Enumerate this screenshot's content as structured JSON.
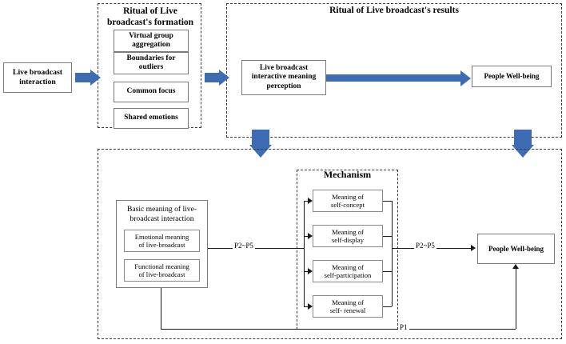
{
  "figure": {
    "type": "conceptual-framework-diagram",
    "accent_color": "#3d6cb4",
    "box_border_color": "#7b7b7b",
    "region_border_color": "#3a3a3a",
    "line_color": "#1a1a1a"
  },
  "regions": {
    "formation": {
      "title": "Ritual of Live\nbroadcast's formation",
      "title_line1": "Ritual of Live",
      "title_line2": "broadcast's formation"
    },
    "results": {
      "title": "Ritual of Live broadcast's results"
    },
    "mechanism": {
      "title": "Mechanism"
    }
  },
  "nodes": {
    "live_broadcast_interaction": {
      "line1": "Live broadcast",
      "line2": "interaction"
    },
    "virtual_group_aggregation": {
      "line1": "Virtual group",
      "line2": "aggregation"
    },
    "boundaries_for_outliers": {
      "line1": "Boundaries for",
      "line2": "outliers"
    },
    "common_focus": {
      "line1": "Common focus"
    },
    "shared_emotions": {
      "line1": "Shared emotions"
    },
    "interactive_meaning_perception": {
      "line1": "Live broadcast",
      "line2": "interactive meaning",
      "line3": "perception"
    },
    "people_wellbeing_top": {
      "line1": "People Well-being"
    },
    "basic_meaning": {
      "line1": "Basic meaning of live-",
      "line2": "broadcast interaction"
    },
    "emotional_meaning": {
      "line1": "Emotional meaning",
      "line2": "of live-broadcast"
    },
    "functional_meaning": {
      "line1": "Functional meaning",
      "line2": "of live-broadcast"
    },
    "meaning_self_concept": {
      "line1": "Meaning of",
      "line2": "self-concept"
    },
    "meaning_self_display": {
      "line1": "Meaning of",
      "line2": "self-display"
    },
    "meaning_self_participation": {
      "line1": "Meaning of",
      "line2": "self-participation"
    },
    "meaning_self_renewal": {
      "line1": "Meaning of",
      "line2": "self- renewal"
    },
    "people_wellbeing_bottom": {
      "line1": "People Well-being"
    }
  },
  "edges": {
    "p2p5_left": {
      "label": "P2~P5"
    },
    "p2p5_right": {
      "label": "P2~P5"
    },
    "p1": {
      "label": "P1"
    }
  }
}
